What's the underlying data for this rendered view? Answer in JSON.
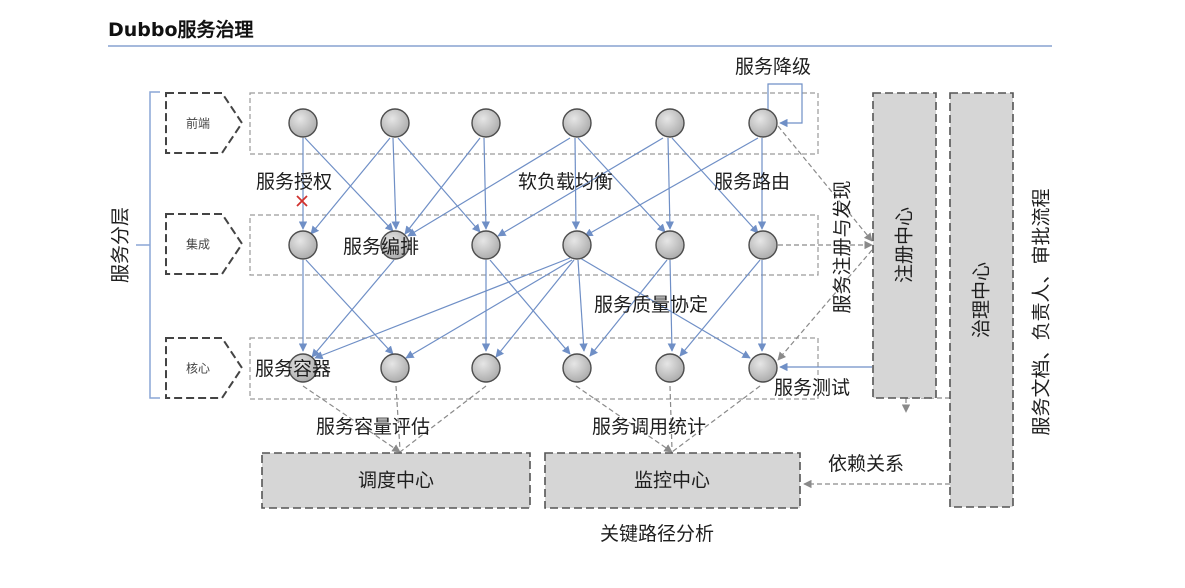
{
  "title": "Dubbo服务治理",
  "layering": {
    "label": "服务分层",
    "layers": [
      "前端",
      "集成",
      "核心"
    ]
  },
  "annotations": {
    "degrade": "服务降级",
    "auth": "服务授权",
    "soft_lb": "软负载均衡",
    "routing": "服务路由",
    "orchestration": "服务编排",
    "qos": "服务质量协定",
    "container": "服务容器",
    "register_discovery": "服务注册与发现",
    "testing": "服务测试",
    "capacity": "服务容量评估",
    "call_stats": "服务调用统计",
    "dependency": "依赖关系",
    "critical_path": "关键路径分析",
    "docs": "服务文档、负责人、审批流程"
  },
  "centers": {
    "registry": "注册中心",
    "governance": "治理中心",
    "scheduling": "调度中心",
    "monitoring": "监控中心"
  },
  "colors": {
    "arrow": "#6f8fc6",
    "dashed": "#8a8a8a",
    "box_fill": "#d6d6d6",
    "node_fill": "#c4c4c4",
    "title_rule": "#6f8fc6"
  }
}
